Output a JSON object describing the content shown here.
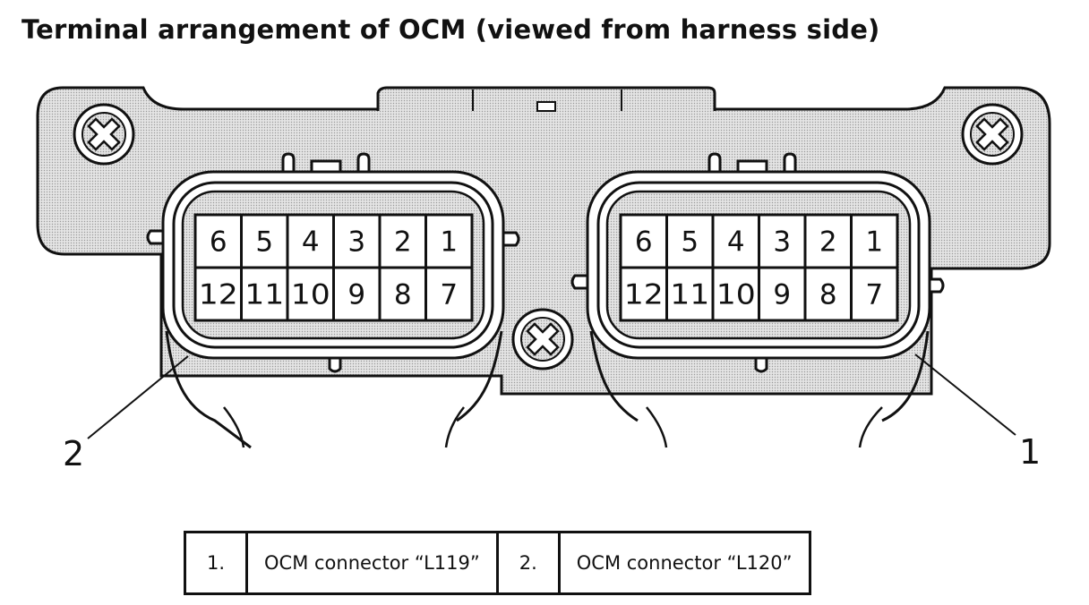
{
  "title": "Terminal arrangement of OCM (viewed from harness side)",
  "connectors": [
    {
      "id": "left",
      "callout": "2",
      "pins": [
        [
          "6",
          "5",
          "4",
          "3",
          "2",
          "1"
        ],
        [
          "12",
          "11",
          "10",
          "9",
          "8",
          "7"
        ]
      ]
    },
    {
      "id": "right",
      "callout": "1",
      "pins": [
        [
          "6",
          "5",
          "4",
          "3",
          "2",
          "1"
        ],
        [
          "12",
          "11",
          "10",
          "9",
          "8",
          "7"
        ]
      ]
    }
  ],
  "legend": [
    {
      "num": "1.",
      "text": "OCM connector “L119”"
    },
    {
      "num": "2.",
      "text": "OCM connector “L120”"
    }
  ],
  "screw_icon": "cross-screw-icon"
}
